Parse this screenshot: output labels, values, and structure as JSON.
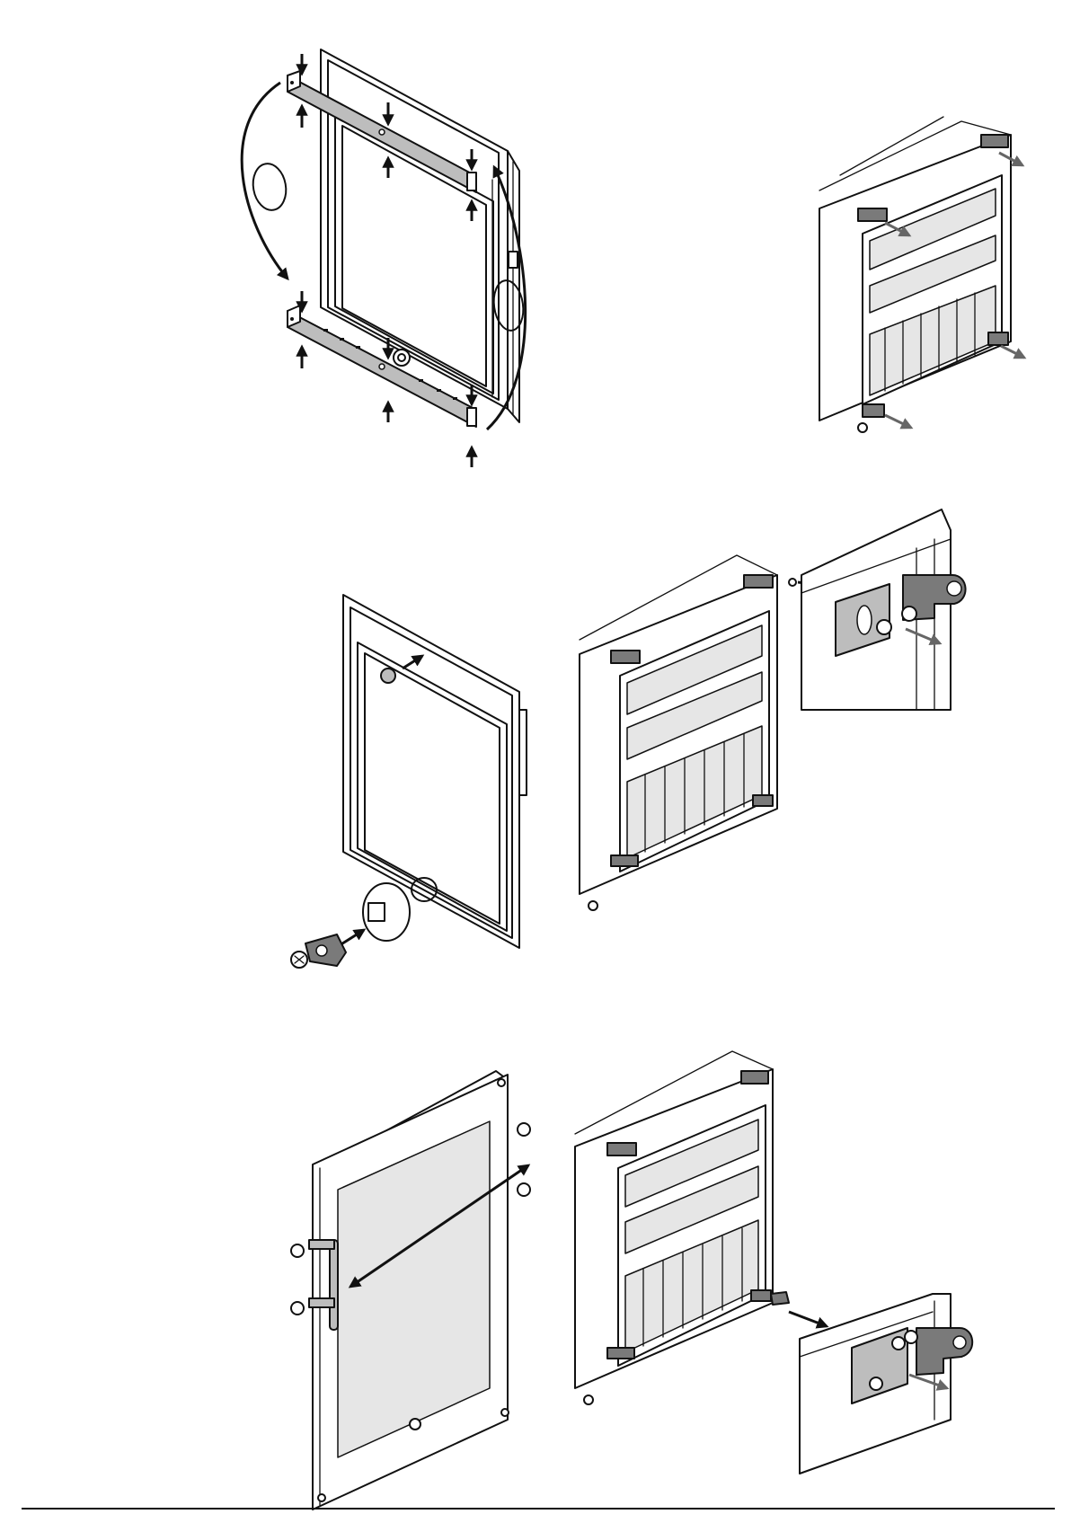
{
  "figure": {
    "panels": [
      {
        "id": "remove-and-swap-door-rails",
        "label": ""
      },
      {
        "id": "remove-cabinet-hinges",
        "label": ""
      },
      {
        "id": "swap-door-handle-and-refit",
        "label": ""
      }
    ],
    "colors": {
      "line": "#111111",
      "part_fill": "#bdbdbd",
      "dark_part": "#7a7a7a",
      "glass": "#e6e6e6",
      "background": "#ffffff"
    },
    "icons": [
      "arrow-down-icon",
      "arrow-up-icon",
      "curved-arrow-icon",
      "screw-icon",
      "hinge-icon",
      "handle-icon",
      "cap-icon"
    ]
  }
}
